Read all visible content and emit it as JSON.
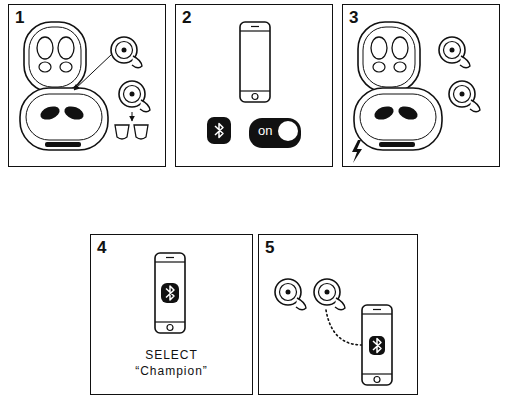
{
  "diagram": {
    "nodes": [
      {
        "text": [
          "1"
        ]
      },
      {
        "text": [
          "2"
        ]
      },
      {
        "text": [
          "on"
        ],
        "in": 1
      },
      {
        "text": [
          "3"
        ]
      },
      {
        "text": [
          "4",
          "SELECT “Champion”"
        ]
      },
      {
        "text": [
          "5"
        ]
      }
    ]
  }
}
